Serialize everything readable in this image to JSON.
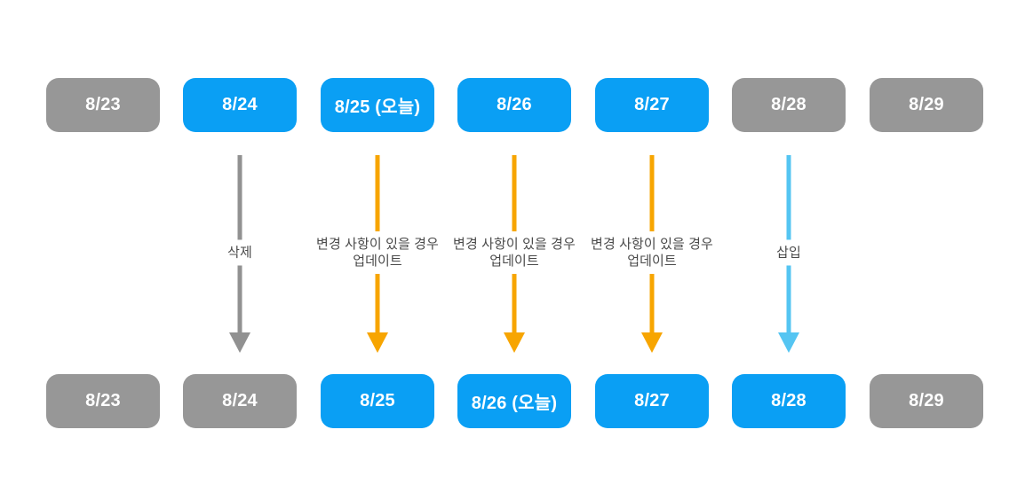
{
  "colors": {
    "active_box": "#0a9ff4",
    "inactive_box": "#979797",
    "delete_arrow": "#919191",
    "update_arrow": "#f7a501",
    "insert_arrow": "#55c5f2",
    "label_text": "#4a4a4a",
    "box_text": "#ffffff",
    "background": "#ffffff"
  },
  "top_row": [
    {
      "label": "8/23",
      "state": "inactive"
    },
    {
      "label": "8/24",
      "state": "active"
    },
    {
      "label": "8/25 (오늘)",
      "state": "active"
    },
    {
      "label": "8/26",
      "state": "active"
    },
    {
      "label": "8/27",
      "state": "active"
    },
    {
      "label": "8/28",
      "state": "inactive"
    },
    {
      "label": "8/29",
      "state": "inactive"
    }
  ],
  "bottom_row": [
    {
      "label": "8/23",
      "state": "inactive"
    },
    {
      "label": "8/24",
      "state": "inactive"
    },
    {
      "label": "8/25",
      "state": "active"
    },
    {
      "label": "8/26 (오늘)",
      "state": "active"
    },
    {
      "label": "8/27",
      "state": "active"
    },
    {
      "label": "8/28",
      "state": "active"
    },
    {
      "label": "8/29",
      "state": "inactive"
    }
  ],
  "arrows": [
    {
      "label": "삭제",
      "type": "delete",
      "color": "#919191",
      "from": "8/24",
      "to": "8/24"
    },
    {
      "label": "변경 사항이 있을 경우\n업데이트",
      "type": "update",
      "color": "#f7a501",
      "from": "8/25 (오늘)",
      "to": "8/25"
    },
    {
      "label": "변경 사항이 있을 경우\n업데이트",
      "type": "update",
      "color": "#f7a501",
      "from": "8/26",
      "to": "8/26 (오늘)"
    },
    {
      "label": "변경 사항이 있을 경우\n업데이트",
      "type": "update",
      "color": "#f7a501",
      "from": "8/27",
      "to": "8/27"
    },
    {
      "label": "삽입",
      "type": "insert",
      "color": "#55c5f2",
      "from": "8/28",
      "to": "8/28"
    }
  ]
}
